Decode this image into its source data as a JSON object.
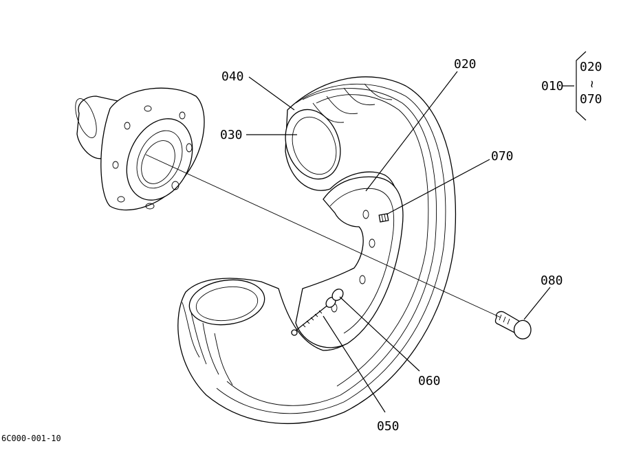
{
  "figure_code": "6C000-001-10",
  "labels": {
    "p010": "010",
    "p020": "020",
    "p030": "030",
    "p040": "040",
    "p050": "050",
    "p060": "060",
    "p070": "070",
    "p080": "080"
  },
  "assembly_group": {
    "parent": "010",
    "from": "020",
    "tilde": "~",
    "to": "070"
  },
  "parts": [
    {
      "id": "hub",
      "icon": "wheel-hub-icon"
    },
    {
      "id": "tire",
      "icon": "tire-icon"
    },
    {
      "id": "rim-disc",
      "icon": "wheel-disc-icon"
    },
    {
      "id": "valve",
      "icon": "valve-stem-icon"
    },
    {
      "id": "bolt",
      "icon": "bolt-icon"
    }
  ]
}
